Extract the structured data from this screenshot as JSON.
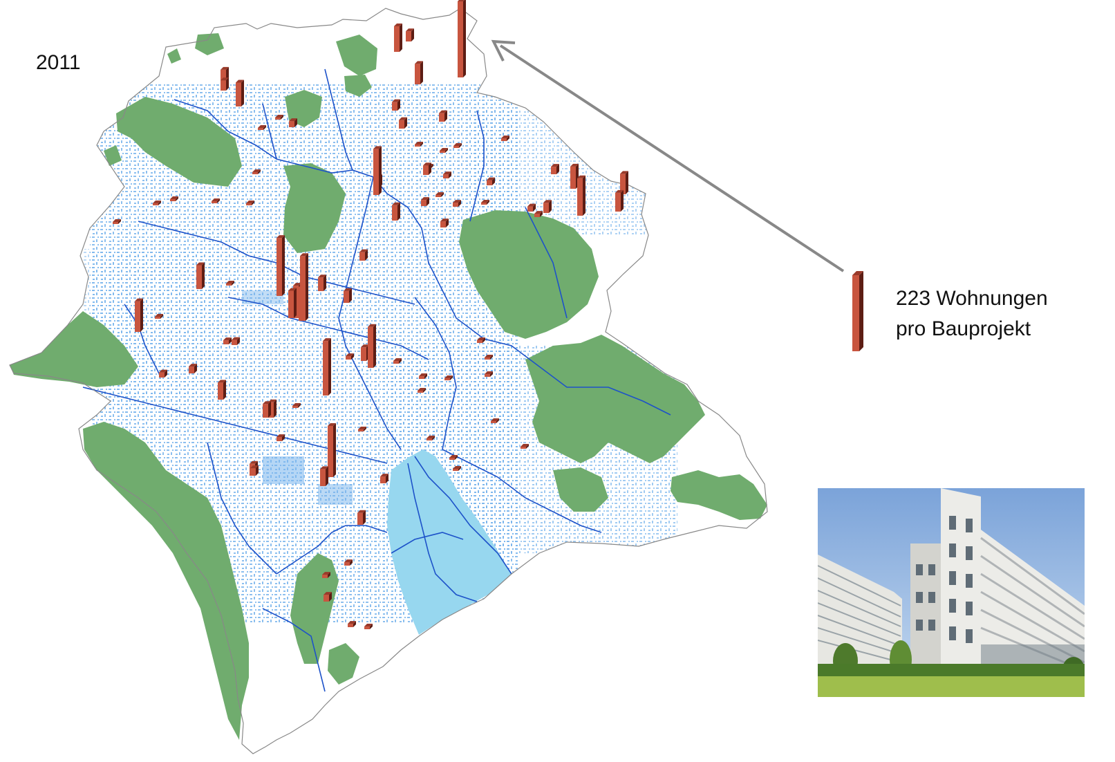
{
  "year": "2011",
  "legend": {
    "value_line": "223 Wohnungen",
    "unit_line": "pro Bauprojekt",
    "bar_value": 223
  },
  "colors": {
    "forest": "#70ac6e",
    "lake": "#97d7ef",
    "buildings": "#78b4ec",
    "rivers": "#1d52c9",
    "boundary": "#888888",
    "bar_front": "#c8553f",
    "bar_side": "#5d1d14",
    "bar_top": "#9a3a2a",
    "arrow": "#888888"
  },
  "bars": [
    {
      "v": 223
    },
    {
      "v": 150
    },
    {
      "v": 100
    },
    {
      "v": 95
    },
    {
      "v": 80
    },
    {
      "v": 190
    },
    {
      "v": 170
    },
    {
      "v": 160
    },
    {
      "v": 135
    },
    {
      "v": 120
    },
    {
      "v": 110
    },
    {
      "v": 90
    },
    {
      "v": 75
    },
    {
      "v": 70
    },
    {
      "v": 70
    },
    {
      "v": 65
    },
    {
      "v": 60
    },
    {
      "v": 60
    },
    {
      "v": 55
    },
    {
      "v": 55
    },
    {
      "v": 50
    },
    {
      "v": 50
    },
    {
      "v": 45
    },
    {
      "v": 45
    },
    {
      "v": 40
    },
    {
      "v": 40
    },
    {
      "v": 40
    },
    {
      "v": 35
    },
    {
      "v": 35
    },
    {
      "v": 35
    },
    {
      "v": 30
    },
    {
      "v": 30
    },
    {
      "v": 30
    },
    {
      "v": 30
    },
    {
      "v": 28
    },
    {
      "v": 25
    },
    {
      "v": 25
    },
    {
      "v": 25
    },
    {
      "v": 25
    },
    {
      "v": 22
    },
    {
      "v": 22
    },
    {
      "v": 20
    },
    {
      "v": 20
    },
    {
      "v": 20
    },
    {
      "v": 18
    },
    {
      "v": 18
    },
    {
      "v": 18
    },
    {
      "v": 15
    },
    {
      "v": 15
    },
    {
      "v": 15
    },
    {
      "v": 15
    },
    {
      "v": 12
    },
    {
      "v": 12
    },
    {
      "v": 12
    },
    {
      "v": 12
    },
    {
      "v": 10
    },
    {
      "v": 10
    },
    {
      "v": 10
    },
    {
      "v": 10
    },
    {
      "v": 10
    },
    {
      "v": 8
    },
    {
      "v": 8
    },
    {
      "v": 8
    },
    {
      "v": 8
    },
    {
      "v": 8
    },
    {
      "v": 8
    },
    {
      "v": 6
    },
    {
      "v": 6
    },
    {
      "v": 6
    },
    {
      "v": 6
    },
    {
      "v": 6
    },
    {
      "v": 6
    },
    {
      "v": 6
    },
    {
      "v": 6
    },
    {
      "v": 5
    },
    {
      "v": 5
    },
    {
      "v": 5
    },
    {
      "v": 5
    },
    {
      "v": 5
    },
    {
      "v": 5
    },
    {
      "v": 5
    },
    {
      "v": 5
    },
    {
      "v": 4
    },
    {
      "v": 4
    },
    {
      "v": 4
    },
    {
      "v": 4
    },
    {
      "v": 4
    },
    {
      "v": 4
    },
    {
      "v": 4
    },
    {
      "v": 4
    },
    {
      "v": 4
    },
    {
      "v": 4
    },
    {
      "v": 3
    },
    {
      "v": 3
    },
    {
      "v": 3
    },
    {
      "v": 3
    }
  ]
}
